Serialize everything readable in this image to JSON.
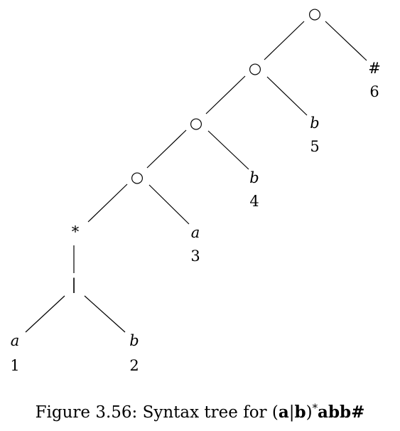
{
  "tree": {
    "cat_symbol": "○",
    "star_symbol": "*",
    "or_symbol": "|",
    "leaves": [
      {
        "symbol": "a",
        "position": "1"
      },
      {
        "symbol": "b",
        "position": "2"
      },
      {
        "symbol": "a",
        "position": "3"
      },
      {
        "symbol": "b",
        "position": "4"
      },
      {
        "symbol": "b",
        "position": "5"
      },
      {
        "symbol": "#",
        "position": "6"
      }
    ]
  },
  "caption": {
    "prefix": "Figure 3.56: Syntax tree for ",
    "open_paren": "(",
    "a": "a",
    "bar": "|",
    "b": "b",
    "close_paren": ")",
    "star": "*",
    "abb": "abb",
    "hash": "#"
  }
}
